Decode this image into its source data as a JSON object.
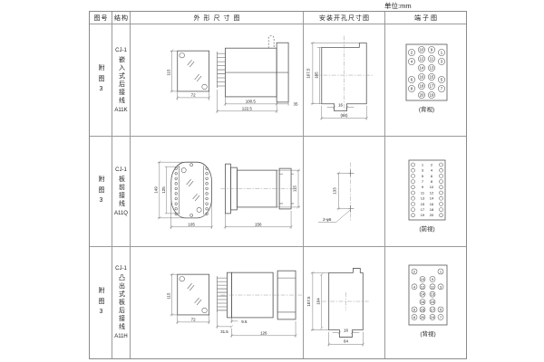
{
  "unit_label": "单位:mm",
  "header": {
    "fig_no": "图号",
    "structure": "结构",
    "outline": "外形尺寸图",
    "install": "安装开孔尺寸图",
    "terminal": "端子图"
  },
  "rows": [
    {
      "fig_no": "附图3",
      "model": "CJ-1",
      "structure": "嵌入式后接线",
      "code": "A11K",
      "outline": {
        "front_h": "115",
        "front_w": "72",
        "body_l": "100.5",
        "total_l": "122.5",
        "flange_w": "35"
      },
      "install": {
        "outer_h": "107.5",
        "inner_h": "105",
        "slot_w": "16",
        "total_w": "(64)"
      },
      "terminal": {
        "view_label": "(背视)",
        "grid": [
          [
            "2",
            "10",
            "9",
            "1"
          ],
          [
            "4",
            "12",
            "11",
            "3"
          ],
          [
            "",
            "14",
            "13",
            ""
          ],
          [
            "6",
            "16",
            "15",
            "5"
          ],
          [
            "8",
            "18",
            "17",
            "7"
          ],
          [
            "",
            "20",
            "19",
            ""
          ]
        ]
      }
    },
    {
      "fig_no": "附图3",
      "model": "CJ-1",
      "structure": "板前接线",
      "code": "A11Q",
      "outline": {
        "outer_h": "149",
        "inner_h": "125",
        "front_w": "105",
        "side_l": "156",
        "side_h": "115"
      },
      "install": {
        "pitch": "133",
        "holes": "2-φ6"
      },
      "terminal": {
        "view_label": "(前视)",
        "left": [
          "1",
          "3",
          "5",
          "7",
          "9",
          "11",
          "13",
          "15",
          "17",
          "19"
        ],
        "right": [
          "2",
          "4",
          "6",
          "8",
          "10",
          "12",
          "14",
          "16",
          "18",
          "20"
        ]
      }
    },
    {
      "fig_no": "附图3",
      "model": "CJ-1",
      "structure": "凸出式板后接线",
      "code": "A11H",
      "outline": {
        "front_h": "115",
        "front_w": "72",
        "pin_l": "31.5",
        "offset": "9.5",
        "side_l": "126"
      },
      "install": {
        "outer_h": "107.5",
        "inner_h": "104",
        "slot_w": "16",
        "total_w": "64"
      },
      "terminal": {
        "view_label": "(背视)",
        "grid": [
          [
            "2",
            "",
            "",
            "1"
          ],
          [
            "",
            "10",
            "9",
            ""
          ],
          [
            "4",
            "12",
            "11",
            "3"
          ],
          [
            "",
            "14",
            "13",
            ""
          ],
          [
            "",
            "16",
            "15",
            ""
          ],
          [
            "6",
            "18",
            "17",
            "5"
          ],
          [
            "8",
            "20",
            "19",
            "7"
          ]
        ]
      }
    }
  ]
}
